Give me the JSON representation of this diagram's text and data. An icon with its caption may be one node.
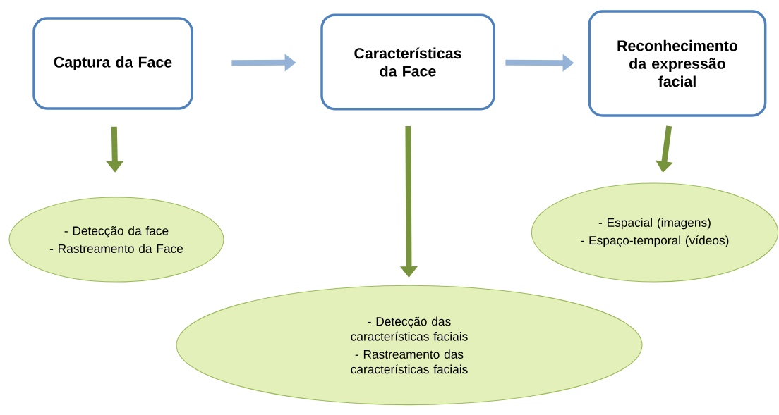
{
  "diagram": {
    "nodes": [
      {
        "text": [
          "Captura da Face"
        ]
      },
      {
        "text": [
          "Características da Face"
        ]
      },
      {
        "text": [
          "Reconhecimento da expressão facial"
        ]
      },
      {
        "text": [
          "- Detecção da face",
          "- Rastreamento da Face"
        ]
      },
      {
        "text": [
          "- Detecção das características faciais",
          "- Rastreamento das características faciais"
        ]
      },
      {
        "text": [
          "- Espacial (imagens)",
          "- Espaço-temporal (vídeos)"
        ]
      }
    ],
    "edges": [
      {
        "from": 0,
        "to": 1,
        "arrow": "to",
        "color": "#95b3d7"
      },
      {
        "from": 1,
        "to": 2,
        "arrow": "to",
        "color": "#95b3d7"
      },
      {
        "from": 0,
        "to": 3,
        "arrow": "to"
      },
      {
        "from": 1,
        "to": 4,
        "arrow": "to"
      },
      {
        "from": 2,
        "to": 5,
        "arrow": "to"
      }
    ]
  }
}
